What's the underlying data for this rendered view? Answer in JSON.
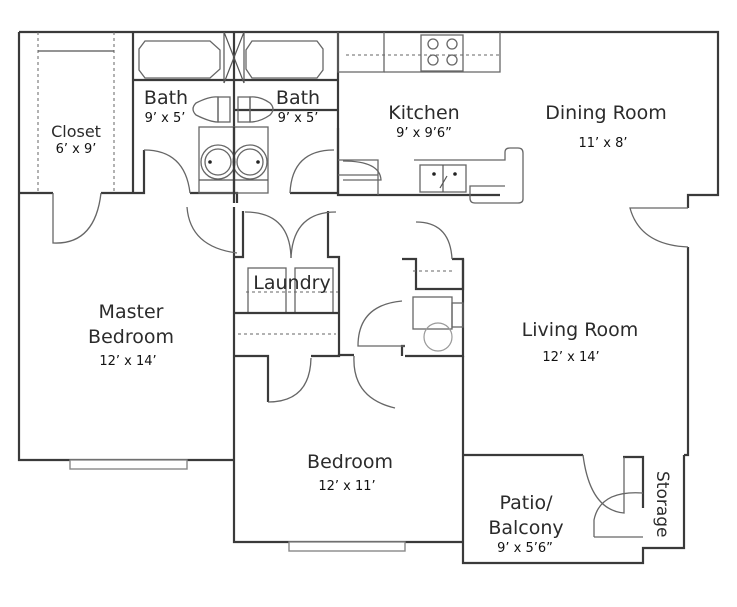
{
  "floorplan": {
    "rooms": [
      {
        "id": "closet",
        "name": "Closet",
        "dimensions": "6’ x 9’"
      },
      {
        "id": "bath-1",
        "name": "Bath",
        "dimensions": "9’ x 5’"
      },
      {
        "id": "bath-2",
        "name": "Bath",
        "dimensions": "9’ x 5’"
      },
      {
        "id": "kitchen",
        "name": "Kitchen",
        "dimensions": "9’ x 9’6”"
      },
      {
        "id": "dining-room",
        "name": "Dining Room",
        "dimensions": "11’ x 8’"
      },
      {
        "id": "laundry",
        "name": "Laundry",
        "dimensions": ""
      },
      {
        "id": "master-bedroom",
        "name_line1": "Master",
        "name_line2": "Bedroom",
        "dimensions": "12’ x 14’"
      },
      {
        "id": "living-room",
        "name": "Living Room",
        "dimensions": "12’ x 14’"
      },
      {
        "id": "bedroom",
        "name": "Bedroom",
        "dimensions": "12’ x 11’"
      },
      {
        "id": "patio",
        "name_line1": "Patio/",
        "name_line2": "Balcony",
        "dimensions": "9’ x 5’6”"
      },
      {
        "id": "storage",
        "name": "Storage",
        "dimensions": ""
      }
    ],
    "colors": {
      "wall": "#3a3a3a",
      "fixture": "#666666",
      "background": "#ffffff"
    }
  }
}
